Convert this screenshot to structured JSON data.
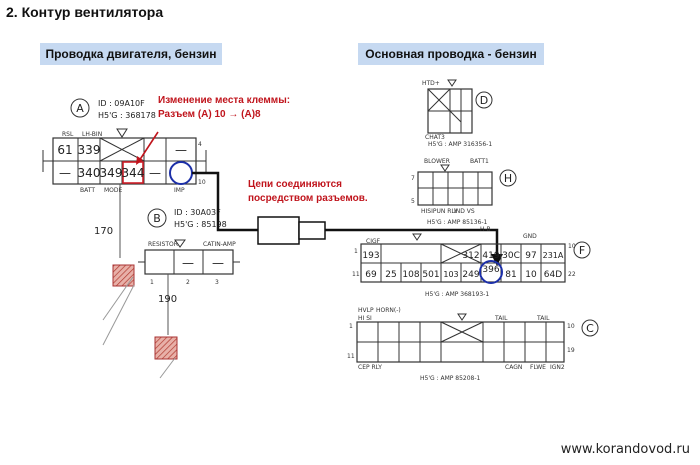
{
  "title": "2.  Контур вентилятора",
  "headers": {
    "left": "Проводка двигателя, бензин",
    "right": "Основная проводка - бензин"
  },
  "annotations": {
    "terminal_change_line1": "Изменение места клеммы:",
    "terminal_change_line2": "Разъем (A) 10 → (A)8",
    "circuits_line1": "Цепи соединяются",
    "circuits_line2": "посредством разъемов."
  },
  "watermark": "www.korandovod.ru",
  "connector_a": {
    "letter": "A",
    "id": "ID : 09A10F",
    "part": "H5'G : 368178",
    "top_labels": [
      "RSL",
      "LH-BIN"
    ],
    "cells_top": [
      "61",
      "339",
      "",
      "",
      "—"
    ],
    "cells_bottom": [
      "—",
      "340",
      "349",
      "344",
      "—",
      ""
    ],
    "pin_top": "4",
    "pin_bottom": "10",
    "bottom_labels": [
      "BATT",
      "MODE",
      "IMP"
    ]
  },
  "connector_b": {
    "letter": "B",
    "id": "ID : 30A03F",
    "part": "H5'G : 85198",
    "labels": [
      "RESISTOR",
      "CATIN-AMP"
    ],
    "pins": [
      "1",
      "2",
      "3"
    ]
  },
  "wires": {
    "a": "170",
    "b": "190"
  },
  "connector_d": {
    "letter": "D",
    "top_label": "HTD+",
    "bottom": "H5'G : AMP 316356-1",
    "side": "CHAT3"
  },
  "connector_h": {
    "letter": "H",
    "top_labels": [
      "BLOWER",
      "BATT1"
    ],
    "bottom": "H5'G : AMP 85136-1",
    "pin_left_top": "7",
    "pin_left_bottom": "5"
  },
  "connector_f": {
    "letter": "F",
    "top_labels": [
      "CIGF",
      "H-B",
      "GND"
    ],
    "cells_top": [
      "193",
      "312",
      "419",
      "30C",
      "97",
      "231A"
    ],
    "cells_bottom": [
      "69",
      "25",
      "108",
      "501",
      "103",
      "249",
      "396",
      "81",
      "10",
      "64D"
    ],
    "pin_left_top": "1",
    "pin_left_bottom": "11",
    "pin_right_top": "10",
    "pin_right_bottom": "22",
    "bottom": "H5'G : AMP 368193-1"
  },
  "connector_c": {
    "letter": "C",
    "top_labels": [
      "HVLP",
      "HORN(-)"
    ],
    "row_labels": [
      "HI SI",
      "TAIL",
      "TAIL"
    ],
    "pin_left_top": "1",
    "pin_left_bottom": "11",
    "pin_right_top": "10",
    "pin_right_bottom": "19",
    "bottom": "H5'G : AMP 85208-1",
    "bottom_labels": [
      "CEP RLY",
      "CAGN",
      "FLWE",
      "IGN2"
    ]
  }
}
